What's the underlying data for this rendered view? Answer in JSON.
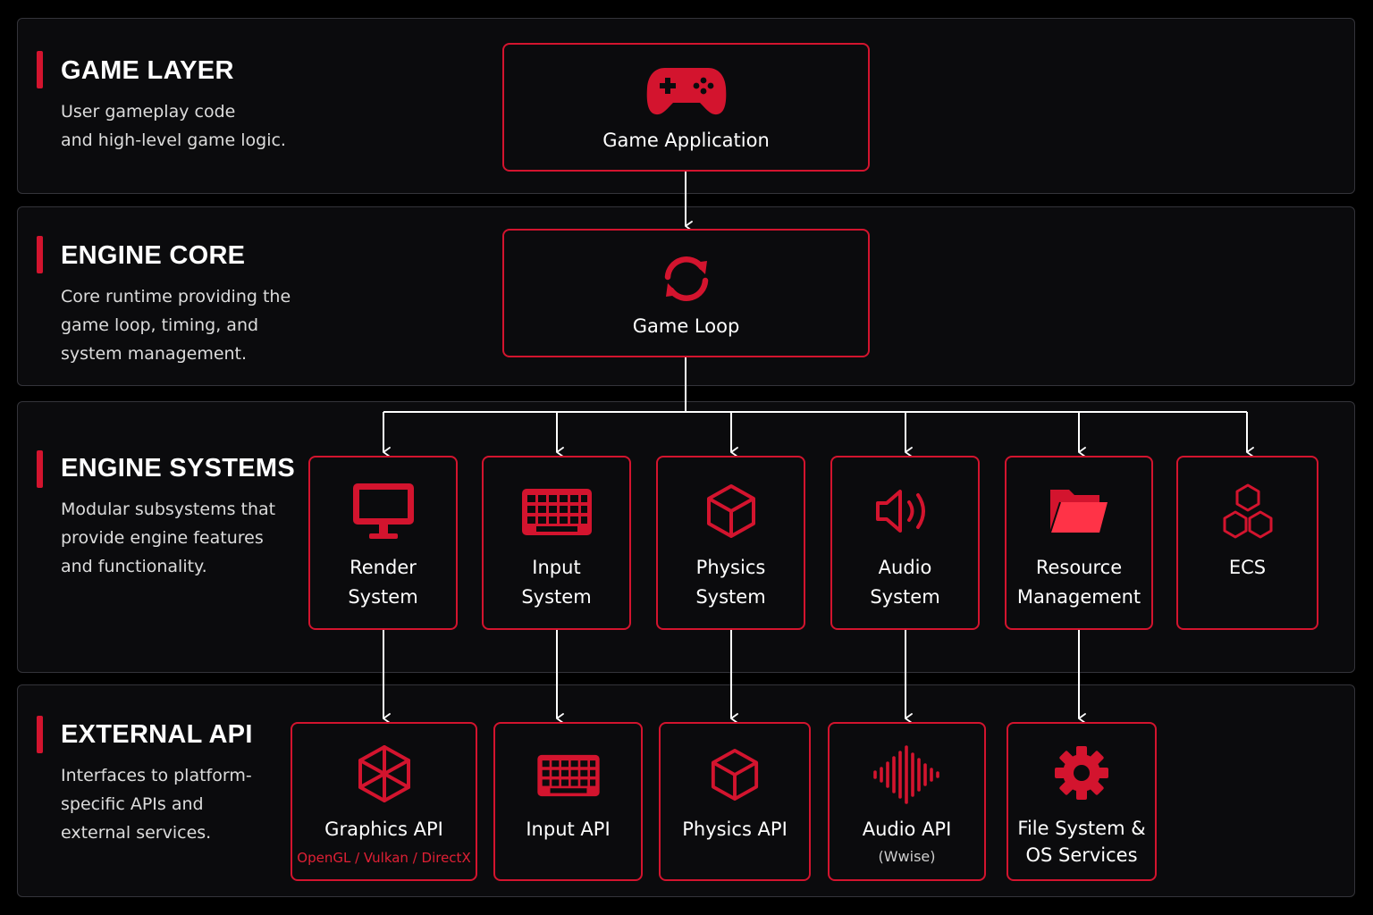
{
  "layers": [
    {
      "title": "GAME LAYER",
      "desc": [
        "User gameplay code",
        "and high-level game logic."
      ]
    },
    {
      "title": "ENGINE CORE",
      "desc": [
        "Core runtime providing the",
        "game loop, timing, and",
        "system management."
      ]
    },
    {
      "title": "ENGINE SYSTEMS",
      "desc": [
        "Modular subsystems that",
        "provide engine features",
        "and functionality."
      ]
    },
    {
      "title": "EXTERNAL API",
      "desc": [
        "Interfaces to platform-",
        "specific APIs and",
        "external services."
      ]
    }
  ],
  "game_layer": {
    "application": {
      "label": "Game Application",
      "icon": "gamepad-icon"
    }
  },
  "engine_core": {
    "loop": {
      "label": "Game Loop",
      "icon": "refresh-icon"
    }
  },
  "systems": [
    {
      "lines": [
        "Render",
        "System"
      ],
      "icon": "monitor-icon"
    },
    {
      "lines": [
        "Input",
        "System"
      ],
      "icon": "keyboard-icon"
    },
    {
      "lines": [
        "Physics",
        "System"
      ],
      "icon": "cube-icon"
    },
    {
      "lines": [
        "Audio",
        "System"
      ],
      "icon": "speaker-icon"
    },
    {
      "lines": [
        "Resource",
        "Management"
      ],
      "icon": "folder-icon"
    },
    {
      "lines": [
        "ECS"
      ],
      "icon": "hexagons-icon"
    }
  ],
  "apis": [
    {
      "lines": [
        "Graphics API"
      ],
      "sub": "OpenGL / Vulkan / DirectX",
      "icon": "wireframe-cube-icon"
    },
    {
      "lines": [
        "Input API"
      ],
      "icon": "keyboard-icon"
    },
    {
      "lines": [
        "Physics API"
      ],
      "icon": "cube-icon"
    },
    {
      "lines": [
        "Audio API"
      ],
      "sub": "(Wwise)",
      "icon": "waveform-icon"
    },
    {
      "lines": [
        "File System &",
        "OS Services"
      ],
      "icon": "gear-icon"
    }
  ],
  "colors": {
    "accent": "#d3142e",
    "panel": "#0b0b0d",
    "panel_border": "#34343a",
    "background": "#000000",
    "connector": "#ffffff"
  }
}
